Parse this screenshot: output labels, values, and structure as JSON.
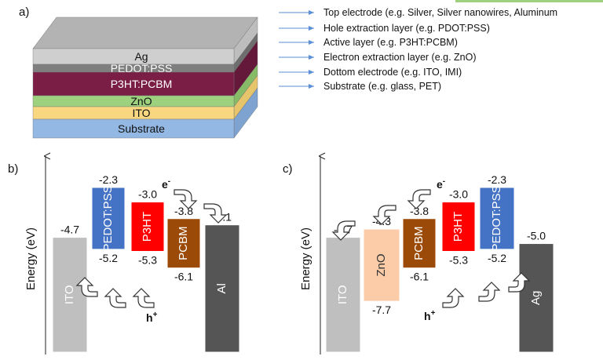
{
  "panel_a": {
    "label": "a)",
    "layers": [
      {
        "name": "Ag",
        "color": "#cfcfcf",
        "side": "#bdbdbd",
        "text_color": "#111111"
      },
      {
        "name": "PEDOT:PSS",
        "color": "#7f7f7f",
        "side": "#6e6e6e",
        "text_color": "#ffffff"
      },
      {
        "name": "P3HT:PCBM",
        "color": "#7b1e45",
        "side": "#64183a",
        "text_color": "#ffffff"
      },
      {
        "name": "ZnO",
        "color": "#9ed17e",
        "side": "#86bb68",
        "text_color": "#111111"
      },
      {
        "name": "ITO",
        "color": "#f8d780",
        "side": "#e6c46c",
        "text_color": "#111111"
      },
      {
        "name": "Substrate",
        "color": "#93b8e4",
        "side": "#7ea3d0",
        "text_color": "#111111"
      }
    ],
    "annotations": [
      "Top electrode (e.g. Silver, Silver nanowires, Aluminum",
      "Hole extraction layer (e.g. PDOT:PSS)",
      "Active layer (e.g. P3HT:PCBM)",
      "Electron extraction layer (e.g. ZnO)",
      "Dottom electrode (e.g. ITO, IMI)",
      "Substrate (e.g. glass, PET)"
    ],
    "arrow_color": "#5b8fd6"
  },
  "panel_b": {
    "label": "b)",
    "axis_label": "Energy (eV)",
    "electron_label": "e",
    "hole_label": "h",
    "blocks": [
      {
        "name": "ITO",
        "top": "-4.7",
        "bottom": "",
        "color": "#bfbfbf",
        "text_color": "#ffffff"
      },
      {
        "name": "PEDOT:PSS",
        "top": "-2.3",
        "bottom": "-5.2",
        "color": "#4472c4",
        "text_color": "#ffffff"
      },
      {
        "name": "P3HT",
        "top": "-3.0",
        "bottom": "-5.3",
        "color": "#ff0000",
        "text_color": "#ffffff"
      },
      {
        "name": "PCBM",
        "top": "-3.8",
        "bottom": "-6.1",
        "color": "#9c4a07",
        "text_color": "#ffffff"
      },
      {
        "name": "Al",
        "top": "-4.1",
        "bottom": "",
        "color": "#555555",
        "text_color": "#ffffff"
      }
    ]
  },
  "panel_c": {
    "label": "c)",
    "axis_label": "Energy (eV)",
    "electron_label": "e",
    "hole_label": "h",
    "blocks": [
      {
        "name": "ITO",
        "top": "-4.7",
        "bottom": "",
        "color": "#bfbfbf",
        "text_color": "#ffffff"
      },
      {
        "name": "ZnO",
        "top": "-4.3",
        "bottom": "-7.7",
        "color": "#fbcca7",
        "text_color": "#333333"
      },
      {
        "name": "PCBM",
        "top": "-3.8",
        "bottom": "-6.1",
        "color": "#9c4a07",
        "text_color": "#ffffff"
      },
      {
        "name": "P3HT",
        "top": "-3.0",
        "bottom": "-5.3",
        "color": "#ff0000",
        "text_color": "#ffffff"
      },
      {
        "name": "PEDOT:PSS",
        "top": "-2.3",
        "bottom": "-5.2",
        "color": "#4472c4",
        "text_color": "#ffffff"
      },
      {
        "name": "Ag",
        "top": "-5.0",
        "bottom": "",
        "color": "#555555",
        "text_color": "#ffffff"
      }
    ]
  }
}
